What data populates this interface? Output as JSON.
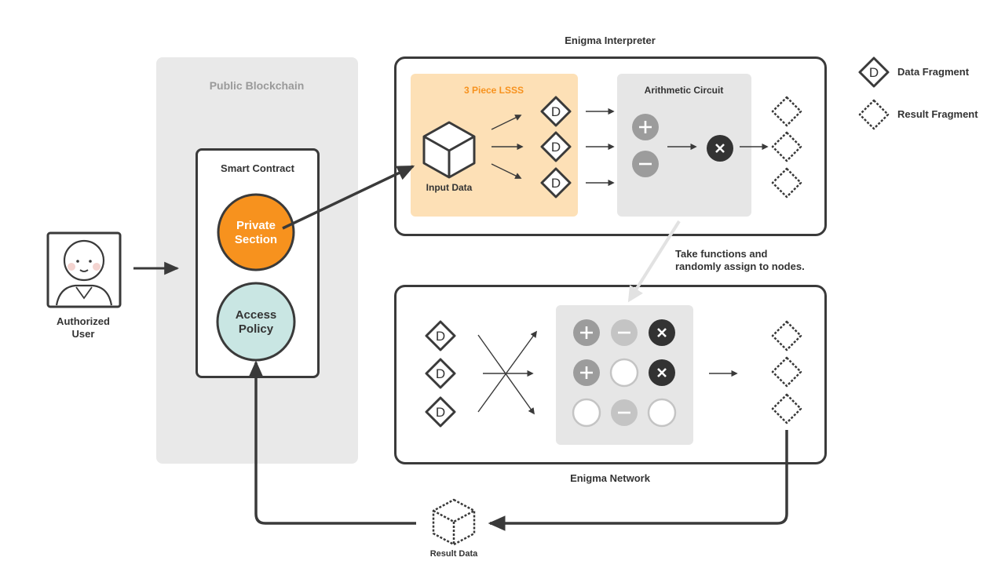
{
  "public_blockchain": {
    "title": "Public Blockchain"
  },
  "smart_contract": {
    "title": "Smart Contract",
    "private_section": [
      "Private",
      "Section"
    ],
    "access_policy": [
      "Access",
      "Policy"
    ]
  },
  "user": {
    "label": [
      "Authorized",
      "User"
    ]
  },
  "interpreter": {
    "title": "Enigma Interpreter",
    "lsss_title": "3 Piece LSSS",
    "input_label": "Input Data",
    "circuit_title": "Arithmetic Circuit"
  },
  "assign_note": [
    "Take functions and",
    "randomly assign to nodes."
  ],
  "network": {
    "title": "Enigma Network"
  },
  "result_data": {
    "label": "Result Data"
  },
  "fragment_letter": "D",
  "legend": [
    {
      "label": "Data Fragment"
    },
    {
      "label": "Result Fragment"
    }
  ],
  "colors": {
    "orange": "#f7921e",
    "teal": "#c9e6e3",
    "lsss_bg": "#fde0b6",
    "grey_panel": "#e9e9e9",
    "circuit_bg": "#e6e6e6",
    "dark": "#3a3a3a"
  }
}
